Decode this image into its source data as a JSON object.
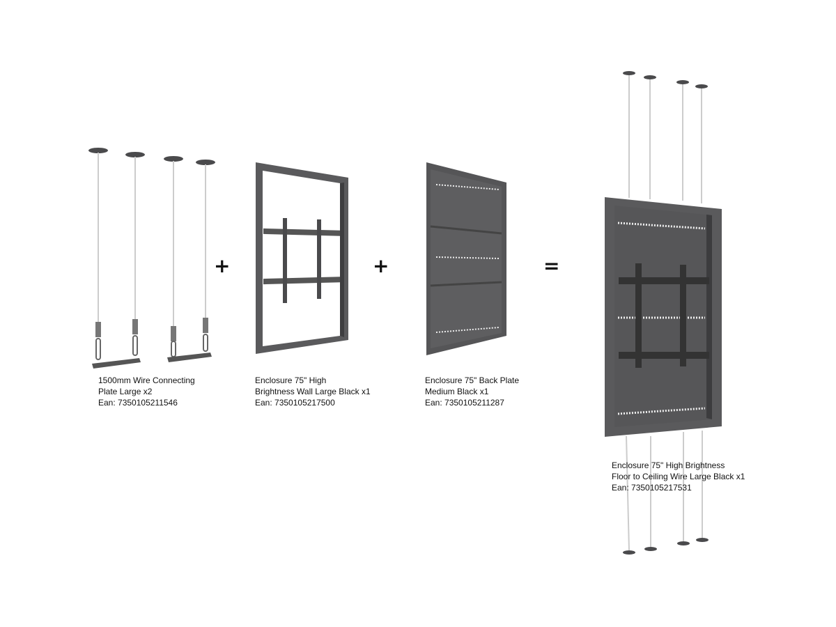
{
  "products": [
    {
      "name_line1": "1500mm Wire Connecting",
      "name_line2": "Plate Large x2",
      "ean": "Ean: 7350105211546"
    },
    {
      "name_line1": "Enclosure 75\" High",
      "name_line2": "Brightness Wall Large Black x1",
      "ean": "Ean: 7350105217500"
    },
    {
      "name_line1": "Enclosure 75\" Back Plate",
      "name_line2": "Medium Black x1",
      "ean": "Ean:  7350105211287"
    },
    {
      "name_line1": "Enclosure 75\" High Brightness",
      "name_line2": "Floor to Ceiling Wire Large Black x1",
      "ean": "Ean:  7350105217531"
    }
  ],
  "operators": {
    "plus1": "+",
    "plus2": "+",
    "equals": "="
  },
  "colors": {
    "metal": "#5a5a5c",
    "metal_dark": "#3e3e40",
    "wire": "#cfcfcf",
    "text": "#111111"
  }
}
